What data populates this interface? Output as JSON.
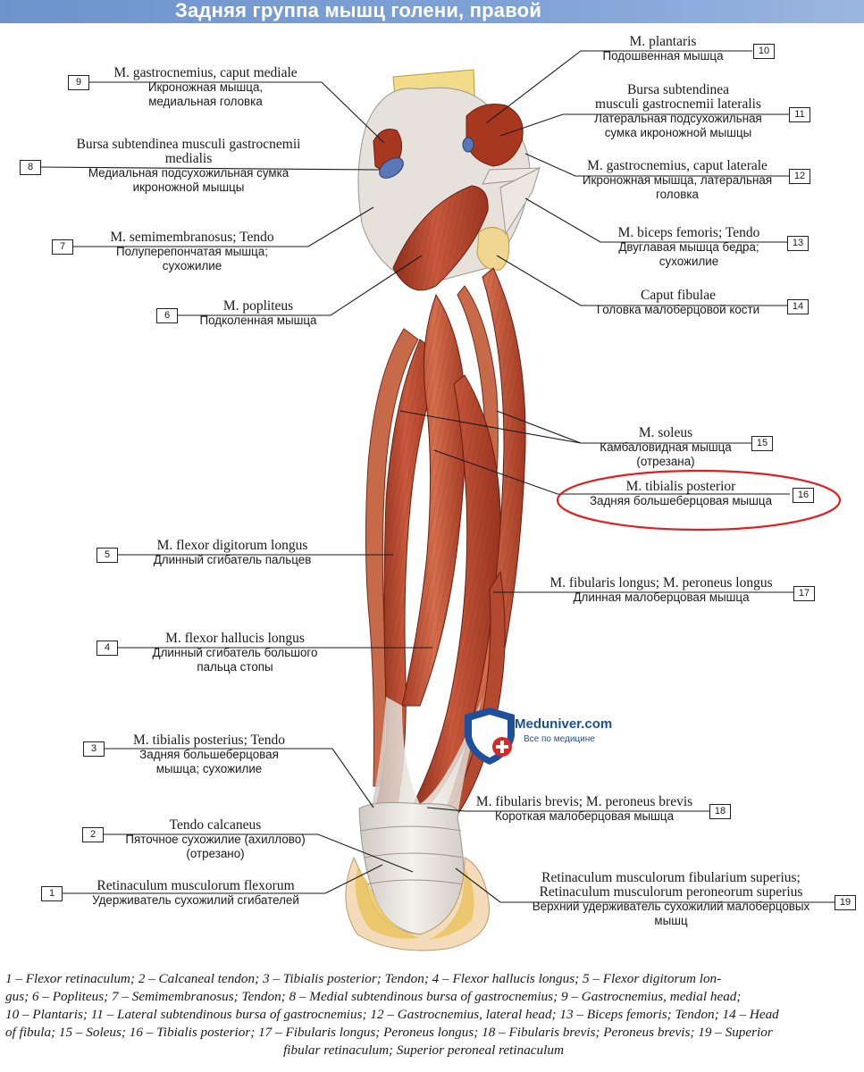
{
  "title": "Задняя группа мышц голени, правой",
  "labels": [
    {
      "n": "1",
      "latin": "Retinaculum musculorum flexorum",
      "russian": "Удерживатель сухожилий сгибателей"
    },
    {
      "n": "2",
      "latin": "Tendo calcaneus",
      "russian": "Пяточное сухожилие (ахиллово)\n(отрезано)"
    },
    {
      "n": "3",
      "latin": "M. tibialis posterius; Tendo",
      "russian": "Задняя большеберцовая\nмышца; сухожилие"
    },
    {
      "n": "4",
      "latin": "M. flexor hallucis longus",
      "russian": "Длинный сгибатель большого\nпальца стопы"
    },
    {
      "n": "5",
      "latin": "M. flexor digitorum longus",
      "russian": "Длинный сгибатель пальцев"
    },
    {
      "n": "6",
      "latin": "M. popliteus",
      "russian": "Подколенная мышца"
    },
    {
      "n": "7",
      "latin": "M. semimembranosus; Tendo",
      "russian": "Полуперепончатая мышца;\nсухожилие"
    },
    {
      "n": "8",
      "latin": "Bursa subtendinea musculi gastrocnemii\nmedialis",
      "russian": "Медиальная подсухожильная сумка\nикроножной мышцы"
    },
    {
      "n": "9",
      "latin": "M. gastrocnemius, caput mediale",
      "russian": "Икроножная мышца,\nмедиальная головка"
    },
    {
      "n": "10",
      "latin": "M. plantaris",
      "russian": "Подошвенная мышца"
    },
    {
      "n": "11",
      "latin": "Bursa subtendinea\nmusculi gastrocnemii lateralis",
      "russian": "Латеральная подсухожильная\nсумка икроножной мышцы"
    },
    {
      "n": "12",
      "latin": "M. gastrocnemius, caput laterale",
      "russian": "Икроножная мышца, латеральная\nголовка"
    },
    {
      "n": "13",
      "latin": "M. biceps femoris; Tendo",
      "russian": "Двуглавая мышца бедра;\nсухожилие"
    },
    {
      "n": "14",
      "latin": "Caput fibulae",
      "russian": "Головка малоберцовой кости"
    },
    {
      "n": "15",
      "latin": "M. soleus",
      "russian": "Камбаловидная мышца\n(отрезана)"
    },
    {
      "n": "16",
      "latin": "M. tibialis posterior",
      "russian": "Задняя большеберцовая мышца"
    },
    {
      "n": "17",
      "latin": "M. fibularis longus; M. peroneus longus",
      "russian": "Длинная малоберцовая мышца"
    },
    {
      "n": "18",
      "latin": "M. fibularis brevis; M. peroneus brevis",
      "russian": "Короткая малоберцовая мышца"
    },
    {
      "n": "19",
      "latin": "Retinaculum musculorum fibularium superius;\nRetinaculum musculorum peroneorum superius",
      "russian": "Верхний удерживатель сухожилий малоберцовых\nмышц"
    }
  ],
  "caption_lines": [
    "1 – Flexor retinaculum; 2 – Calcaneal tendon; 3 – Tibialis posterior; Tendon; 4 – Flexor hallucis longus; 5 – Flexor digitorum lon-",
    "gus; 6 – Popliteus; 7 – Semimembranosus; Tendon; 8 – Medial subtendinous bursa of gastrocnemius; 9 – Gastrocnemius, medial head;",
    "10 – Plantaris; 11 – Lateral subtendinous bursa of gastrocnemius; 12 – Gastrocnemius, lateral head; 13 – Biceps femoris; Tendon; 14 – Head",
    "of fibula; 15 – Soleus; 16 – Tibialis posterior; 17 – Fibularis longus; Peroneus longus; 18 – Fibularis brevis; Peroneus brevis; 19 – Superior",
    "fibular retinaculum; Superior peroneal retinaculum"
  ],
  "watermark": {
    "brand": "Meduniver.com",
    "tagline": "Все по медицине"
  },
  "colors": {
    "title_bar": "#7a9dd3",
    "muscle": "#b5452e",
    "tendon": "#e9e4dc",
    "highlight": "#e02020"
  }
}
